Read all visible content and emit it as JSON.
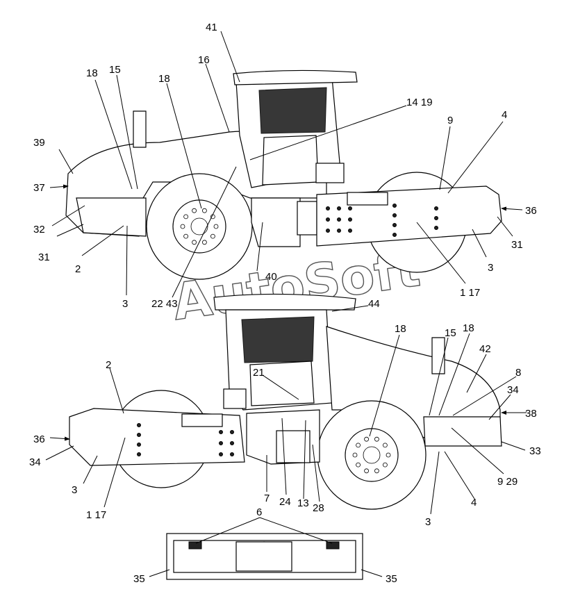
{
  "watermark": "AutoSoft",
  "callouts": {
    "top": [
      "41",
      "16",
      "18",
      "15",
      "18",
      "14 19",
      "39",
      "37",
      "32",
      "31",
      "2",
      "3",
      "22 43",
      "40",
      "9",
      "4",
      "36",
      "31",
      "3",
      "1 17"
    ],
    "middle": [
      "44",
      "18",
      "15",
      "18",
      "42",
      "8",
      "34",
      "38",
      "21",
      "2",
      "36",
      "34",
      "3",
      "1 17",
      "7",
      "24",
      "13",
      "28",
      "33",
      "9 29",
      "4",
      "3"
    ],
    "bottom": [
      "6",
      "35",
      "35"
    ]
  }
}
